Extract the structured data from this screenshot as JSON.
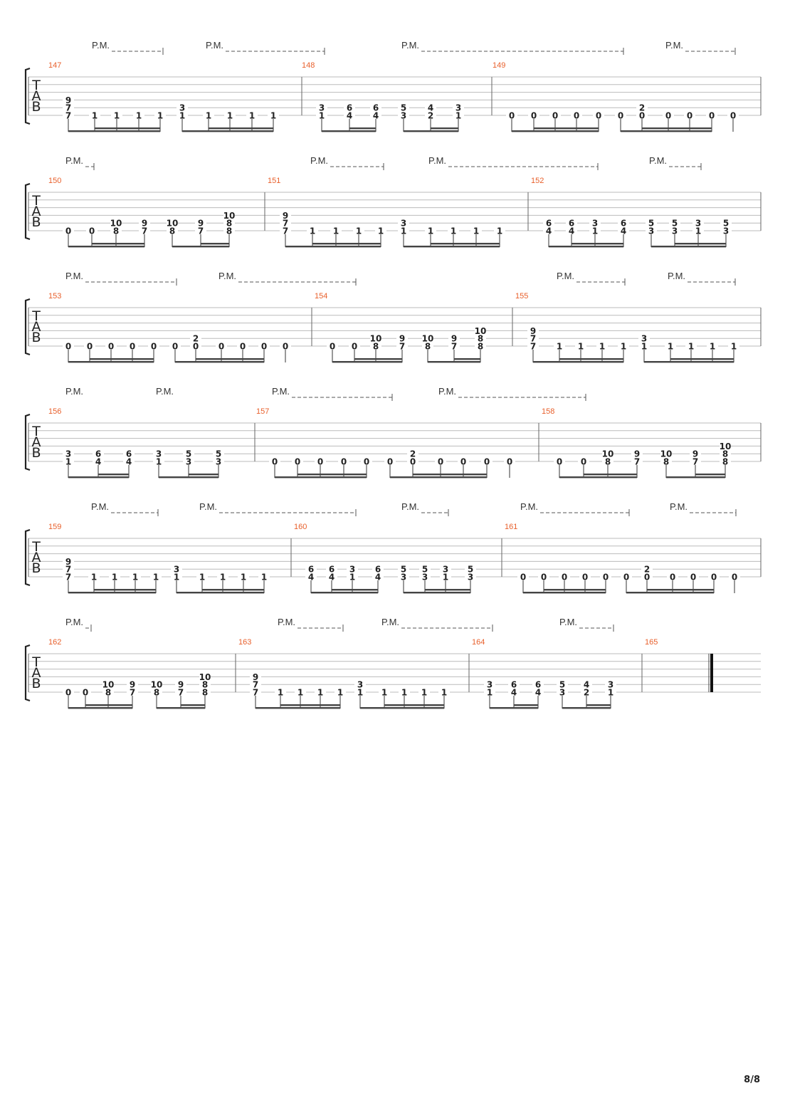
{
  "page": {
    "number": "8/8"
  },
  "palm_mute_label": "P.M.",
  "tab_clef": [
    "T",
    "A",
    "B"
  ],
  "colors": {
    "measure_number": "#e8602c",
    "staff": "#bbbbbb",
    "ink": "#222222"
  },
  "systems": [
    {
      "measures": [
        {
          "number": "147",
          "beats": [
            [
              "9",
              "7",
              "7"
            ],
            [
              "1"
            ],
            [
              "1"
            ],
            [
              "1"
            ],
            [
              "1"
            ],
            [
              "3",
              "1"
            ],
            [
              "1"
            ],
            [
              "1"
            ],
            [
              "1"
            ],
            [
              "1"
            ]
          ]
        },
        {
          "number": "148",
          "beats": [
            [
              "3",
              "1"
            ],
            [
              "6",
              "4"
            ],
            [
              "6",
              "4"
            ],
            [
              "5",
              "3"
            ],
            [
              "4",
              "2"
            ],
            [
              "3",
              "1"
            ]
          ]
        },
        {
          "number": "149",
          "beats": [
            [
              "0"
            ],
            [
              "0"
            ],
            [
              "0"
            ],
            [
              "0"
            ],
            [
              "0"
            ],
            [
              "0"
            ],
            [
              "2",
              "0"
            ],
            [
              "0"
            ],
            [
              "0"
            ],
            [
              "0"
            ],
            [
              "0"
            ]
          ]
        }
      ]
    },
    {
      "measures": [
        {
          "number": "150",
          "beats": [
            [
              "0"
            ],
            [
              "0"
            ],
            [
              "10",
              "8"
            ],
            [
              "9",
              "7"
            ],
            [
              "10",
              "8"
            ],
            [
              "9",
              "7"
            ],
            [
              "10",
              "8",
              "8"
            ]
          ]
        },
        {
          "number": "151",
          "beats": [
            [
              "9",
              "7",
              "7"
            ],
            [
              "1"
            ],
            [
              "1"
            ],
            [
              "1"
            ],
            [
              "1"
            ],
            [
              "3",
              "1"
            ],
            [
              "1"
            ],
            [
              "1"
            ],
            [
              "1"
            ],
            [
              "1"
            ]
          ]
        },
        {
          "number": "152",
          "beats": [
            [
              "6",
              "4"
            ],
            [
              "6",
              "4"
            ],
            [
              "3",
              "1"
            ],
            [
              "6",
              "4"
            ],
            [
              "5",
              "3"
            ],
            [
              "5",
              "3"
            ],
            [
              "3",
              "1"
            ],
            [
              "5",
              "3"
            ]
          ]
        }
      ]
    },
    {
      "measures": [
        {
          "number": "153",
          "beats": [
            [
              "0"
            ],
            [
              "0"
            ],
            [
              "0"
            ],
            [
              "0"
            ],
            [
              "0"
            ],
            [
              "0"
            ],
            [
              "2",
              "0"
            ],
            [
              "0"
            ],
            [
              "0"
            ],
            [
              "0"
            ],
            [
              "0"
            ]
          ]
        },
        {
          "number": "154",
          "beats": [
            [
              "0"
            ],
            [
              "0"
            ],
            [
              "10",
              "8"
            ],
            [
              "9",
              "7"
            ],
            [
              "10",
              "8"
            ],
            [
              "9",
              "7"
            ],
            [
              "10",
              "8",
              "8"
            ]
          ]
        },
        {
          "number": "155",
          "beats": [
            [
              "9",
              "7",
              "7"
            ],
            [
              "1"
            ],
            [
              "1"
            ],
            [
              "1"
            ],
            [
              "1"
            ],
            [
              "3",
              "1"
            ],
            [
              "1"
            ],
            [
              "1"
            ],
            [
              "1"
            ],
            [
              "1"
            ]
          ]
        }
      ]
    },
    {
      "measures": [
        {
          "number": "156",
          "beats": [
            [
              "3",
              "1"
            ],
            [
              "6",
              "4"
            ],
            [
              "6",
              "4"
            ],
            [
              "3",
              "1"
            ],
            [
              "5",
              "3"
            ],
            [
              "5",
              "3"
            ]
          ]
        },
        {
          "number": "157",
          "beats": [
            [
              "0"
            ],
            [
              "0"
            ],
            [
              "0"
            ],
            [
              "0"
            ],
            [
              "0"
            ],
            [
              "0"
            ],
            [
              "2",
              "0"
            ],
            [
              "0"
            ],
            [
              "0"
            ],
            [
              "0"
            ],
            [
              "0"
            ]
          ]
        },
        {
          "number": "158",
          "beats": [
            [
              "0"
            ],
            [
              "0"
            ],
            [
              "10",
              "8"
            ],
            [
              "9",
              "7"
            ],
            [
              "10",
              "8"
            ],
            [
              "9",
              "7"
            ],
            [
              "10",
              "8",
              "8"
            ]
          ]
        }
      ]
    },
    {
      "measures": [
        {
          "number": "159",
          "beats": [
            [
              "9",
              "7",
              "7"
            ],
            [
              "1"
            ],
            [
              "1"
            ],
            [
              "1"
            ],
            [
              "1"
            ],
            [
              "3",
              "1"
            ],
            [
              "1"
            ],
            [
              "1"
            ],
            [
              "1"
            ],
            [
              "1"
            ]
          ]
        },
        {
          "number": "160",
          "beats": [
            [
              "6",
              "4"
            ],
            [
              "6",
              "4"
            ],
            [
              "3",
              "1"
            ],
            [
              "6",
              "4"
            ],
            [
              "5",
              "3"
            ],
            [
              "5",
              "3"
            ],
            [
              "3",
              "1"
            ],
            [
              "5",
              "3"
            ]
          ]
        },
        {
          "number": "161",
          "beats": [
            [
              "0"
            ],
            [
              "0"
            ],
            [
              "0"
            ],
            [
              "0"
            ],
            [
              "0"
            ],
            [
              "0"
            ],
            [
              "2",
              "0"
            ],
            [
              "0"
            ],
            [
              "0"
            ],
            [
              "0"
            ],
            [
              "0"
            ]
          ]
        }
      ]
    },
    {
      "measures": [
        {
          "number": "162",
          "beats": [
            [
              "0"
            ],
            [
              "0"
            ],
            [
              "10",
              "8"
            ],
            [
              "9",
              "7"
            ],
            [
              "10",
              "8"
            ],
            [
              "9",
              "7"
            ],
            [
              "10",
              "8",
              "8"
            ]
          ]
        },
        {
          "number": "163",
          "beats": [
            [
              "9",
              "7",
              "7"
            ],
            [
              "1"
            ],
            [
              "1"
            ],
            [
              "1"
            ],
            [
              "1"
            ],
            [
              "3",
              "1"
            ],
            [
              "1"
            ],
            [
              "1"
            ],
            [
              "1"
            ],
            [
              "1"
            ]
          ]
        },
        {
          "number": "164",
          "beats": [
            [
              "3",
              "1"
            ],
            [
              "6",
              "4"
            ],
            [
              "6",
              "4"
            ],
            [
              "5",
              "3"
            ],
            [
              "4",
              "2"
            ],
            [
              "3",
              "1"
            ]
          ]
        },
        {
          "number": "165",
          "beats": []
        }
      ]
    }
  ]
}
